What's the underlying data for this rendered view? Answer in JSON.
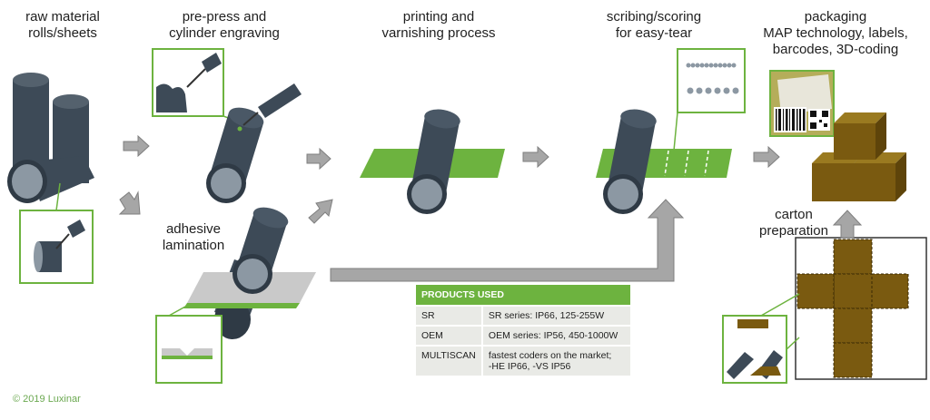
{
  "labels": {
    "raw_material": "raw material\nrolls/sheets",
    "prepress": "pre-press and\ncylinder engraving",
    "printing": "printing and\nvarnishing process",
    "scribing": "scribing/scoring\nfor easy-tear",
    "packaging": "packaging\nMAP technology, labels,\nbarcodes, 3D-coding",
    "adhesive": "adhesive\nlamination",
    "carton": "carton\npreparation"
  },
  "table": {
    "header": "PRODUCTS USED",
    "rows": [
      {
        "key": "SR",
        "value": "SR series: IP66, 125-255W"
      },
      {
        "key": "OEM",
        "value": "OEM series: IP56, 450-1000W"
      },
      {
        "key": "MULTISCAN",
        "value": "fastest coders on the market;\n-HE IP66, -VS IP56"
      }
    ]
  },
  "copyright": "© 2019 Luxinar",
  "colors": {
    "roller": "#3d4a57",
    "roller_end": "#8c98a3",
    "green": "#6db33f",
    "arrow": "#a6a6a6",
    "carton": "#7a5a10"
  }
}
